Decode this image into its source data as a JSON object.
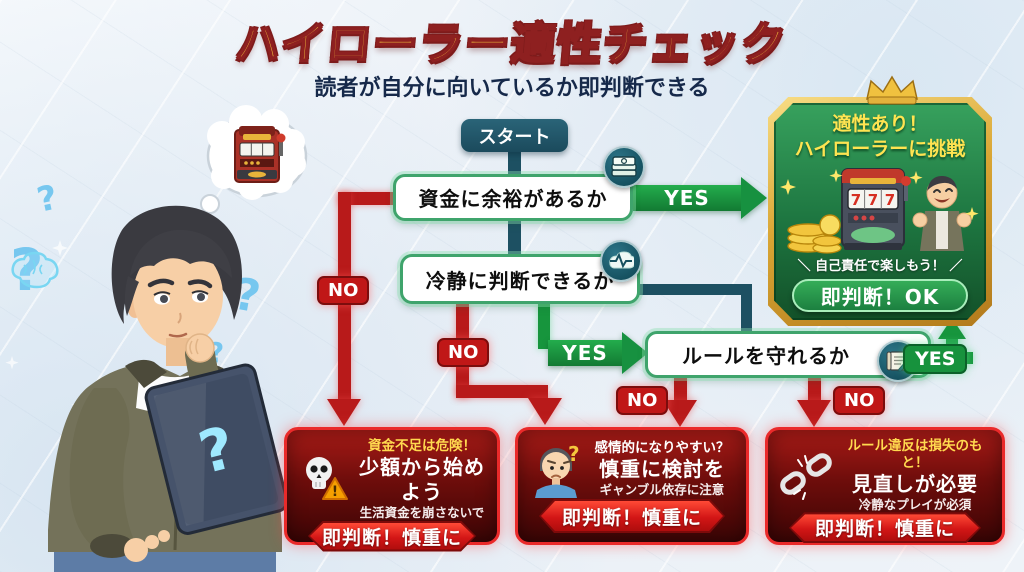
{
  "title": "ハイローラー適性チェック",
  "subtitle": "読者が自分に向いているか即判断できる",
  "flow": {
    "start_label": "スタート",
    "q1": "資金に余裕があるか",
    "q2": "冷静に判断できるか",
    "q3": "ルールを守れるか",
    "yes_label": "YES",
    "no_label": "NO"
  },
  "success": {
    "title_line1": "適性あり！",
    "title_line2": "ハイローラーに挑戦",
    "reel_symbols": [
      "7",
      "7",
      "7"
    ],
    "banner": "＼ 自己責任で楽しもう！ ／",
    "button_label": "即判断！OK"
  },
  "warnings": [
    {
      "icon": "skull-warning-icon",
      "headline": "資金不足は危険！",
      "main": "少額から始めよう",
      "sub": "生活資金を崩さないで",
      "button_label": "即判断！慎重に"
    },
    {
      "icon": "worried-face-icon",
      "headline": "感情的になりやすい？",
      "main": "慎重に検討を",
      "sub": "ギャンブル依存に注意",
      "button_label": "即判断！慎重に"
    },
    {
      "icon": "broken-chain-icon",
      "headline": "ルール違反は損失のもと！",
      "main": "見直しが必要",
      "sub": "冷静なプレイが必須",
      "button_label": "即判断！慎重に"
    }
  ],
  "misc": {
    "question_mark": "?",
    "warning_mark": "!"
  },
  "icons": {
    "q1": "cash-stack-icon",
    "q2": "brain-pulse-icon",
    "q3": "rules-scroll-icon",
    "crown": "crown-icon",
    "thought": "slot-machine-thought-bubble",
    "tablet": "question-tablet"
  },
  "colors": {
    "teal": "#1D5062",
    "green": "#17953D",
    "red": "#BC1A1A",
    "gold": "#D9A62C",
    "title_gold": "#F7C83D",
    "warning_bg": "#6E0D0B",
    "yellow_text": "#FFDA4F"
  }
}
